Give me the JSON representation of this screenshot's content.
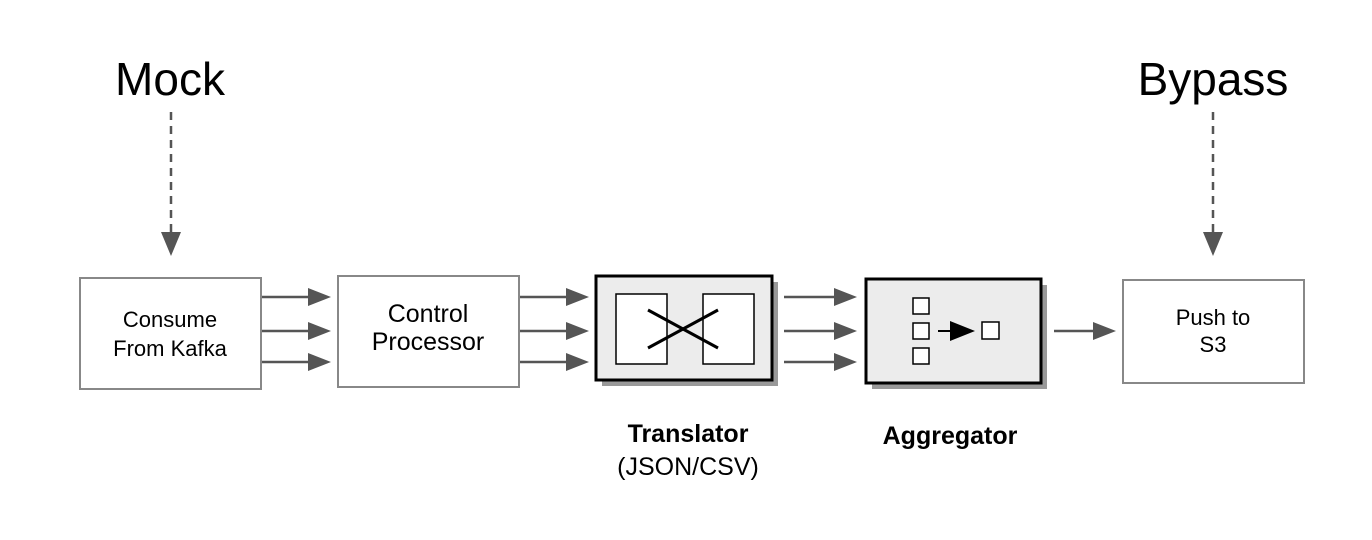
{
  "labels": {
    "mock": "Mock",
    "bypass": "Bypass"
  },
  "boxes": {
    "consume": {
      "line1": "Consume",
      "line2": "From Kafka"
    },
    "control": {
      "line1": "Control",
      "line2": "Processor"
    },
    "push": {
      "line1": "Push to",
      "line2": "S3"
    }
  },
  "translator": {
    "title": "Translator",
    "subtitle": "(JSON/CSV)"
  },
  "aggregator": {
    "title": "Aggregator"
  },
  "colors": {
    "arrow": "#555555",
    "box_border": "#888888",
    "component_fill": "#ececec",
    "shadow": "#999999"
  }
}
